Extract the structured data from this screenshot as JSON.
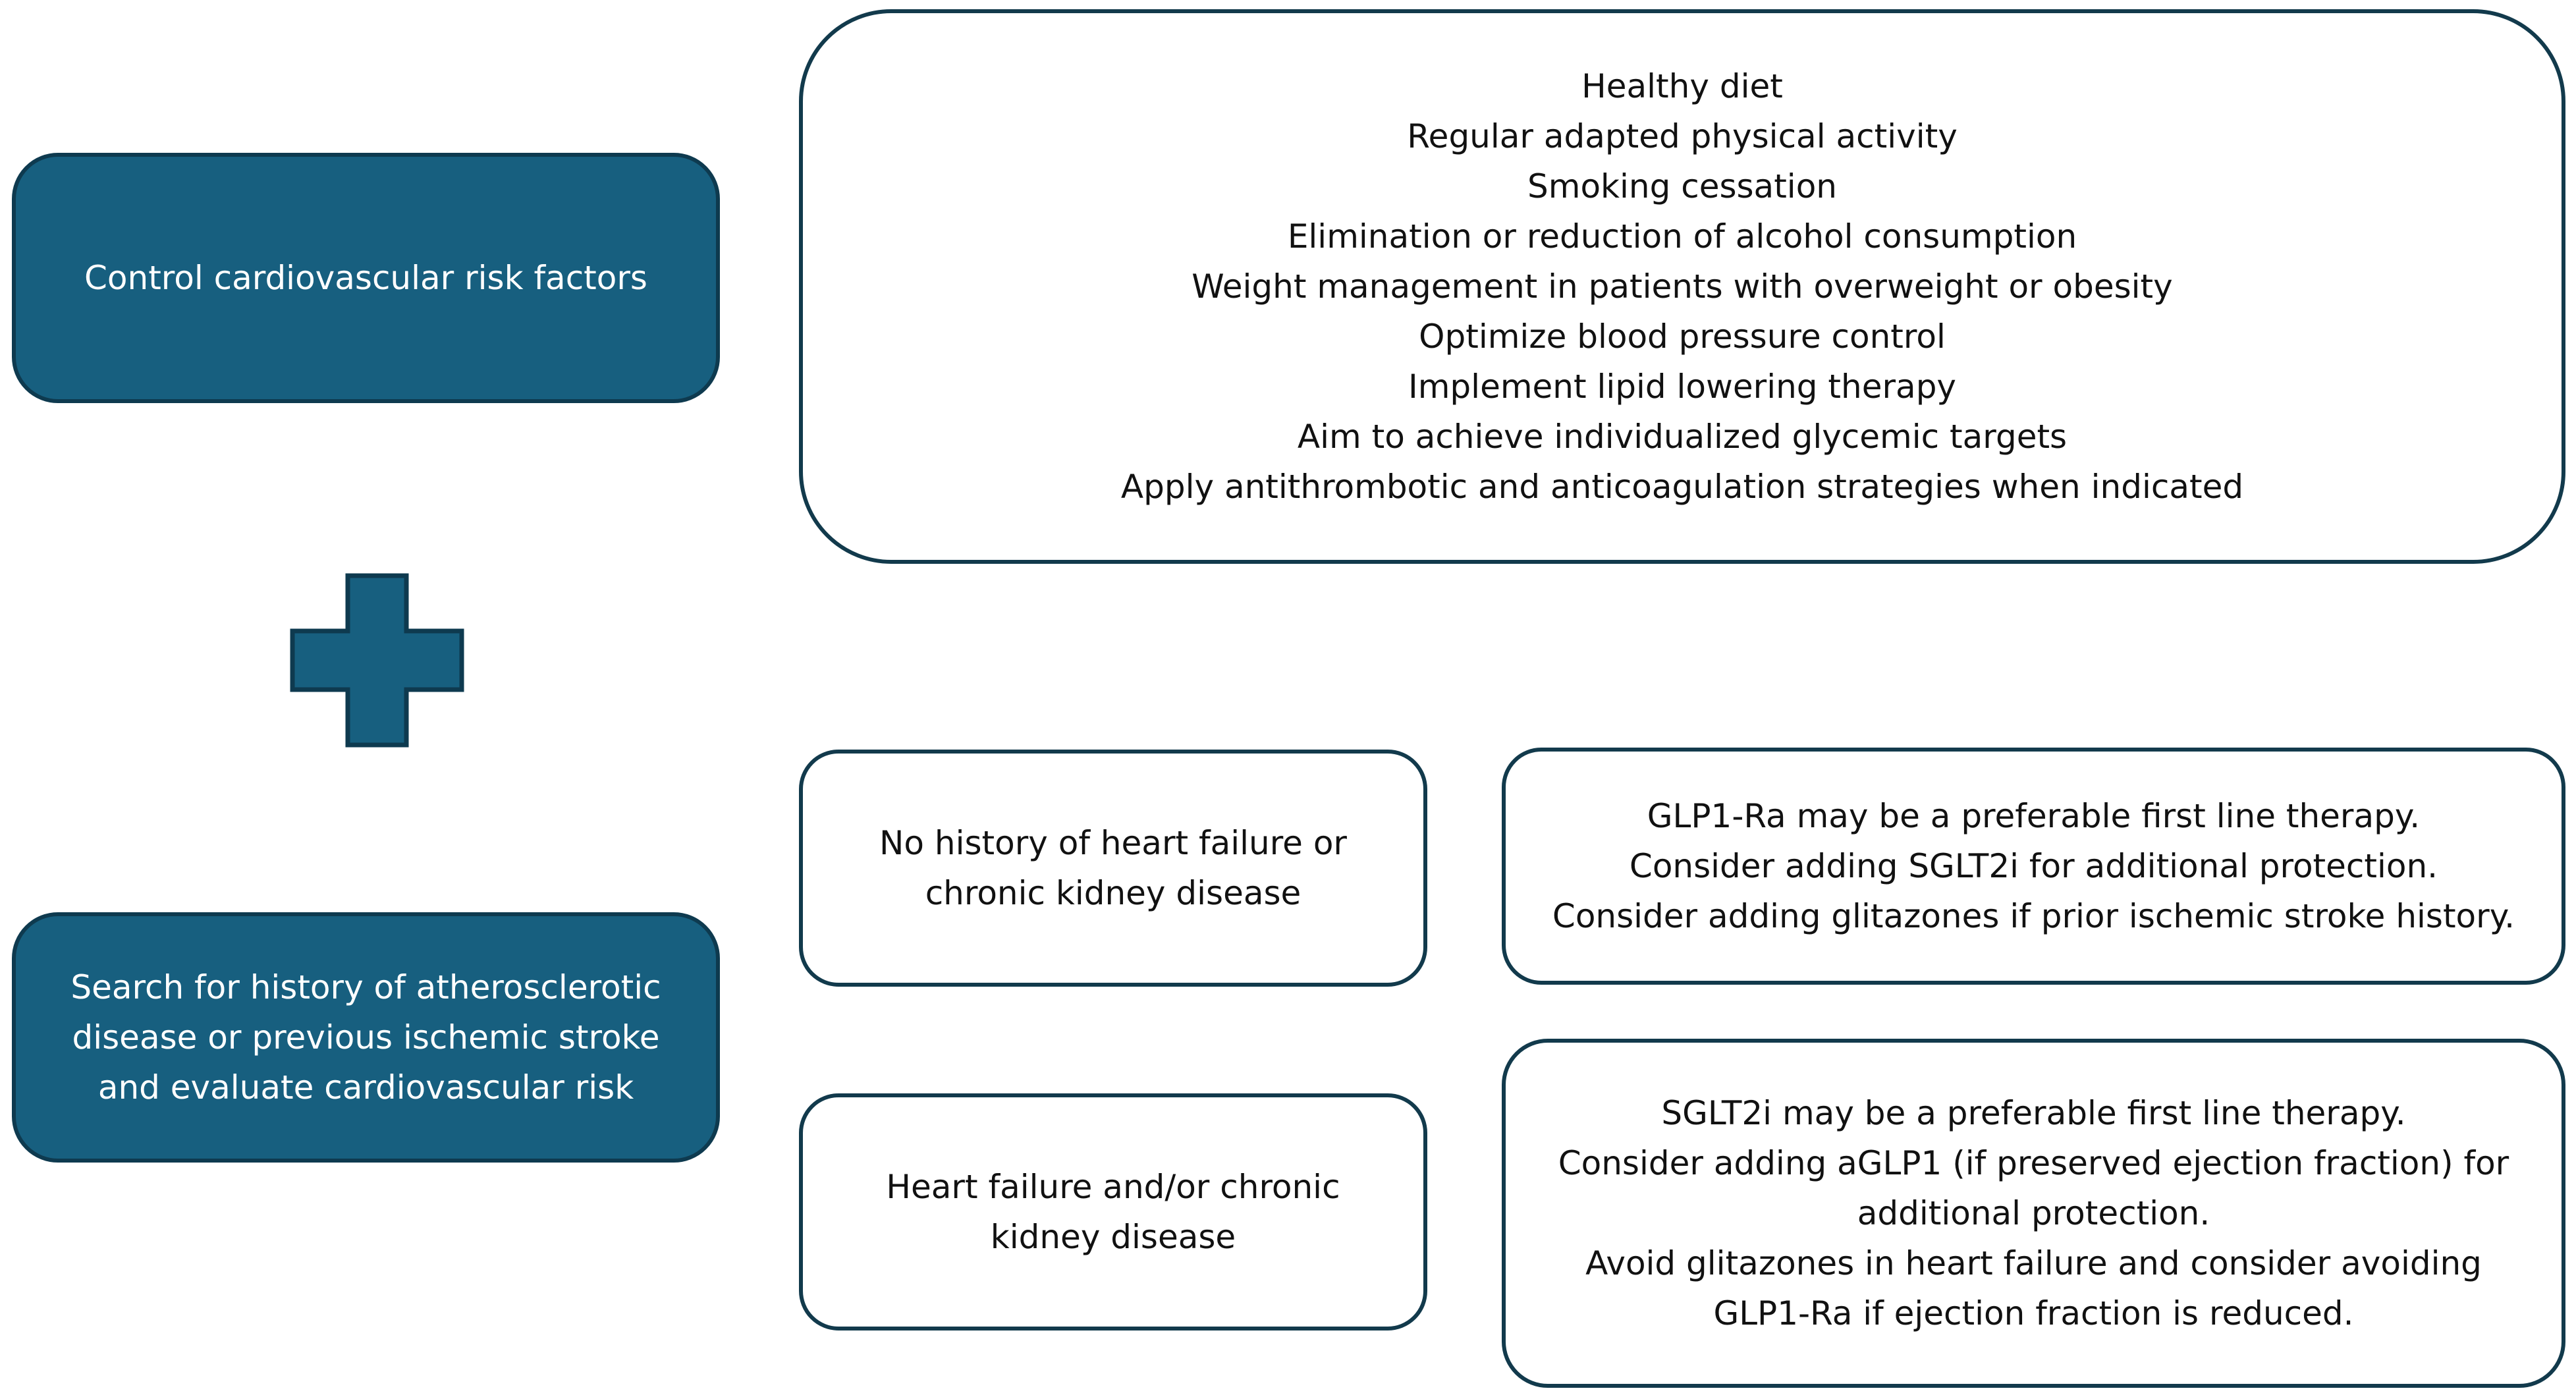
{
  "left_boxes": {
    "risk_factors": [
      "Control cardiovascular risk factors"
    ],
    "search_history": [
      "Search for history of atherosclerotic",
      "disease or previous ischemic stroke",
      "and evaluate cardiovascular risk"
    ]
  },
  "lifestyle_box": {
    "lines": [
      "Healthy diet",
      "Regular adapted physical activity",
      "Smoking cessation",
      "Elimination or reduction of alcohol consumption",
      "Weight management in patients with overweight or obesity",
      "Optimize blood pressure control",
      "Implement lipid lowering therapy",
      "Aim to achieve individualized glycemic targets",
      "Apply antithrombotic and anticoagulation strategies when indicated"
    ]
  },
  "conditions": {
    "no_hf_ckd": [
      "No history of heart failure or",
      "chronic kidney disease"
    ],
    "hf_ckd": [
      "Heart failure and/or chronic",
      "kidney disease"
    ]
  },
  "recommendations": {
    "glp1_first": [
      "GLP1-Ra may be a preferable first line therapy.",
      "Consider adding SGLT2i for additional protection.",
      "Consider adding glitazones if prior ischemic stroke history."
    ],
    "sglt2_first": [
      "SGLT2i may be a preferable first line therapy.",
      "Consider adding aGLP1 (if preserved ejection fraction) for",
      "additional protection.",
      "Avoid glitazones in heart failure and consider avoiding",
      "GLP1-Ra if ejection fraction is reduced."
    ]
  },
  "colors": {
    "box_fill": "#175f7f",
    "box_border": "#0e3a4f",
    "outline": "#123a4c"
  },
  "icons": {
    "plus": "plus-icon"
  }
}
